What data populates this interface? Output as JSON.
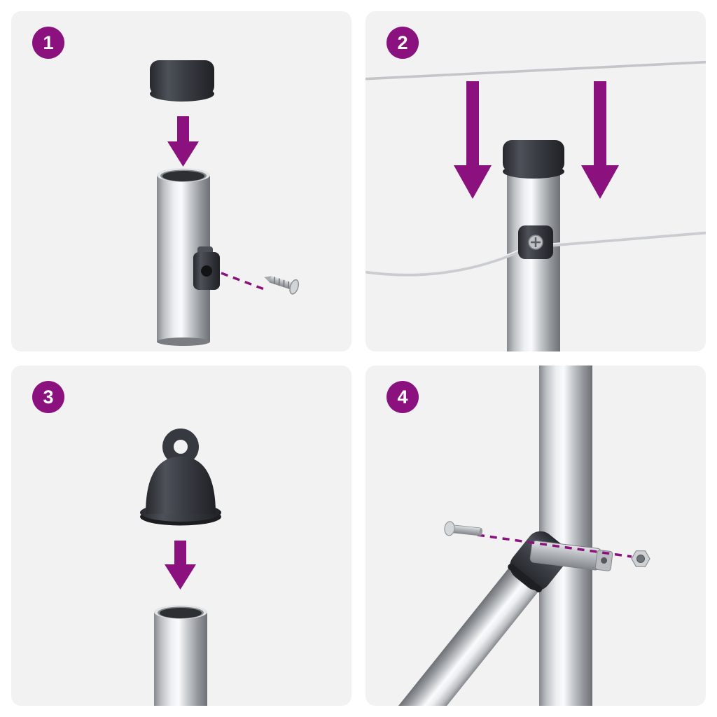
{
  "colors": {
    "accent": "#8B117E",
    "panel_background": "#F2F2F2",
    "page_background": "#FFFFFF",
    "cap_dark": "#33363C",
    "metal_light": "#FAFBFC",
    "metal_dark": "#6D7075"
  },
  "steps": [
    {
      "number": "1",
      "illustration": "push-cap-onto-post-and-attach-screw-clamp"
    },
    {
      "number": "2",
      "illustration": "lower-wires-and-secure-wire-in-post-clamp"
    },
    {
      "number": "3",
      "illustration": "push-eye-cap-onto-post"
    },
    {
      "number": "4",
      "illustration": "bolt-diagonal-brace-band-to-post"
    }
  ]
}
